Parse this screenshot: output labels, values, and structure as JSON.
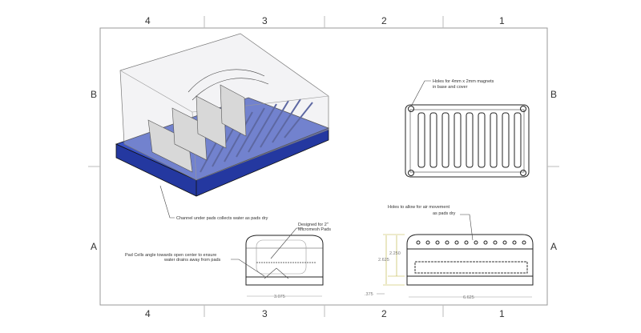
{
  "zones": {
    "columns": [
      "4",
      "3",
      "2",
      "1"
    ],
    "rows": [
      "B",
      "A"
    ]
  },
  "notes": {
    "magnets": [
      "Holes for 4mm x 2mm magnets",
      "in base and cover"
    ],
    "channel": "Channel under pads collects water as pads dry",
    "designed": [
      "Designed for 2\"",
      "Micromesh Pads"
    ],
    "pad_cells": [
      "Pad Cells angle towards open center to ensure",
      "water drains away from pads"
    ],
    "air_holes": [
      "Holes to allow for air movement",
      "as pads dry"
    ]
  },
  "dimensions": {
    "front_width": "3.075",
    "side_width": "6.625",
    "overall_height": "2.625",
    "cover_height": "2.250",
    "base_height": ".375"
  },
  "colors": {
    "base_blue": "#2b3fae",
    "frame": "#999999"
  }
}
